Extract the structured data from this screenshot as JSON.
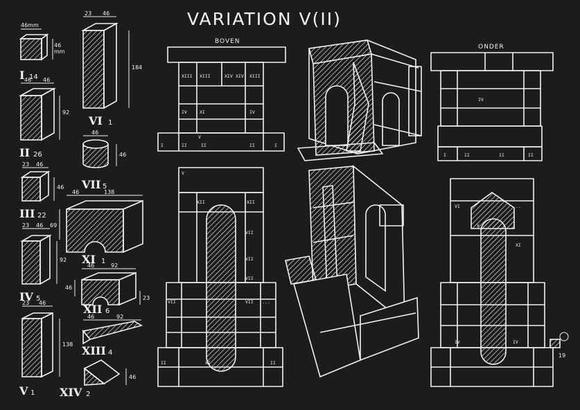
{
  "title": "VARIATION V(II)",
  "views": {
    "top": "BOVEN",
    "bottom": "ONDER"
  },
  "pieces": [
    {
      "roman": "I",
      "count": "14",
      "dims": [
        "46mm",
        "46",
        "mm"
      ]
    },
    {
      "roman": "II",
      "count": "26",
      "dims": [
        "46",
        "46",
        "92"
      ]
    },
    {
      "roman": "III",
      "count": "22",
      "dims": [
        "23",
        "46",
        "46"
      ]
    },
    {
      "roman": "IV",
      "count": "5",
      "dims": [
        "23",
        "46",
        "92"
      ]
    },
    {
      "roman": "V",
      "count": "1",
      "dims": [
        "23",
        "46",
        "138"
      ]
    },
    {
      "roman": "VI",
      "count": "1",
      "dims": [
        "23",
        "46",
        "184"
      ]
    },
    {
      "roman": "VII",
      "count": "5",
      "dims": [
        "46",
        "46"
      ]
    },
    {
      "roman": "XI",
      "count": "1",
      "dims": [
        "46",
        "138",
        "69"
      ]
    },
    {
      "roman": "XII",
      "count": "6",
      "dims": [
        "46",
        "92",
        "46",
        "23"
      ]
    },
    {
      "roman": "XIII",
      "count": "4",
      "dims": [
        "46",
        "92"
      ]
    },
    {
      "roman": "XIV",
      "count": "2",
      "dims": [
        "46"
      ]
    }
  ],
  "plan_labels": {
    "boven": [
      "XIII",
      "XIII",
      "XIV",
      "XIV",
      "XIII",
      "IV",
      "XI",
      "IV",
      "V",
      "II",
      "II",
      "II",
      "I",
      "I"
    ],
    "onder": [
      "IV",
      "I",
      "II",
      "II",
      "II"
    ],
    "front": [
      "V",
      "XII",
      "XII",
      "VII",
      "VII",
      "VII",
      "VII",
      "VII",
      "XI",
      "II",
      "II",
      "..."
    ],
    "side": [
      "VI",
      "X",
      "XI",
      "IV",
      "IV",
      "..."
    ]
  },
  "signature": "19"
}
